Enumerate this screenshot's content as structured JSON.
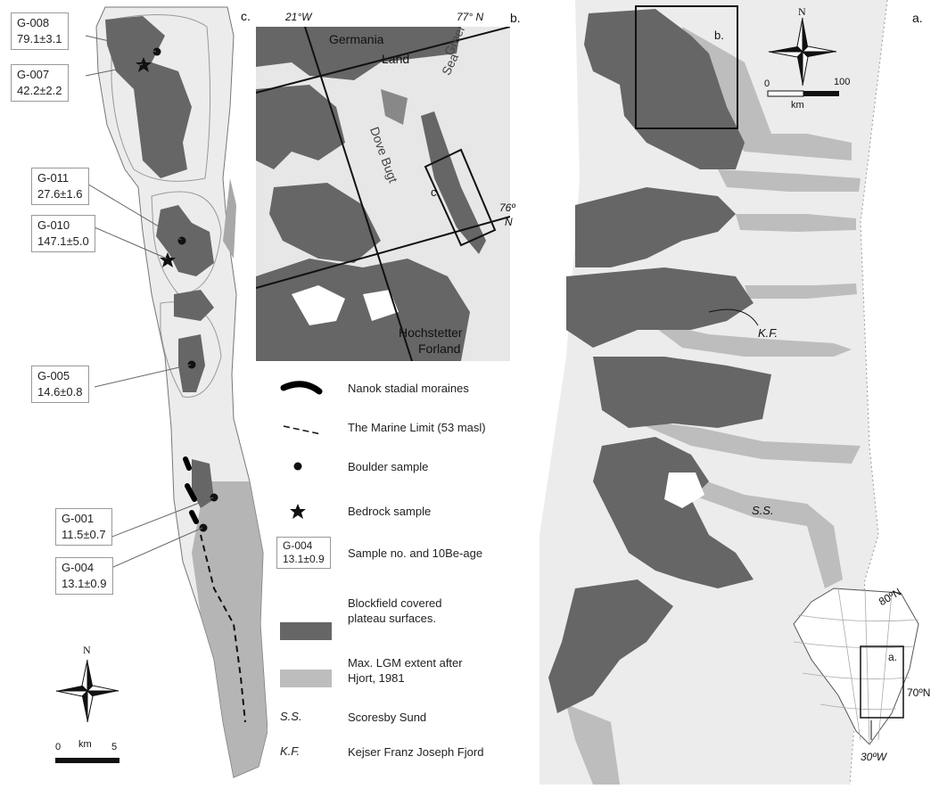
{
  "panels": {
    "a_label": "a.",
    "b_label": "b.",
    "c_label": "c."
  },
  "panel_c": {
    "samples": [
      {
        "id": "G-008",
        "age": "79.1±3.1"
      },
      {
        "id": "G-007",
        "age": "42.2±2.2"
      },
      {
        "id": "G-011",
        "age": "27.6±1.6"
      },
      {
        "id": "G-010",
        "age": "147.1±5.0"
      },
      {
        "id": "G-005",
        "age": "14.6±0.8"
      },
      {
        "id": "G-001",
        "age": "11.5±0.7"
      },
      {
        "id": "G-004",
        "age": "13.1±0.9"
      }
    ],
    "north": "N",
    "scale": {
      "zero": "0",
      "unit": "km",
      "max": "5"
    }
  },
  "panel_b": {
    "lon_21w": "21°W",
    "lat_77n": "77° N",
    "lat_76n_a": "76º",
    "lat_76n_b": "N",
    "germania_1": "Germania",
    "germania_2": "Land",
    "greenland_sea_1": "Greenland",
    "greenland_sea_2": "Sea",
    "dove_bugt": "Dove Bugt",
    "hochstetter_1": "Hochstetter",
    "hochstetter_2": "Forland",
    "box_c_label": "c."
  },
  "panel_a": {
    "north": "N",
    "scale": {
      "zero": "0",
      "max": "100",
      "unit": "km"
    },
    "box_b_label": "b.",
    "kf_label": "K.F.",
    "ss_label": "S.S.",
    "inset": {
      "lat_80": "80ºN",
      "lat_70": "70ºN",
      "lon_30": "30ºW",
      "box_a_label": "a."
    }
  },
  "legend": {
    "items": [
      {
        "label": "Nanok stadial moraines"
      },
      {
        "label": "The Marine Limit (53 masl)"
      },
      {
        "label": "Boulder sample"
      },
      {
        "label": "Bedrock sample"
      },
      {
        "label": "Sample no. and 10Be-age"
      },
      {
        "label": "Blockfield covered\nplateau surfaces."
      },
      {
        "label": "Max. LGM extent after\nHjort, 1981"
      },
      {
        "abbr": "S.S.",
        "label": "Scoresby Sund"
      },
      {
        "abbr": "K.F.",
        "label": "Kejser Franz Joseph Fjord"
      }
    ],
    "example_box": {
      "id": "G-004",
      "age": "13.1±0.9"
    }
  },
  "colors": {
    "dark_land": "#666666",
    "light_ice": "#bdbdbd",
    "pale_bg": "#ececec",
    "sea": "#e7e7e7",
    "line": "#111111"
  }
}
